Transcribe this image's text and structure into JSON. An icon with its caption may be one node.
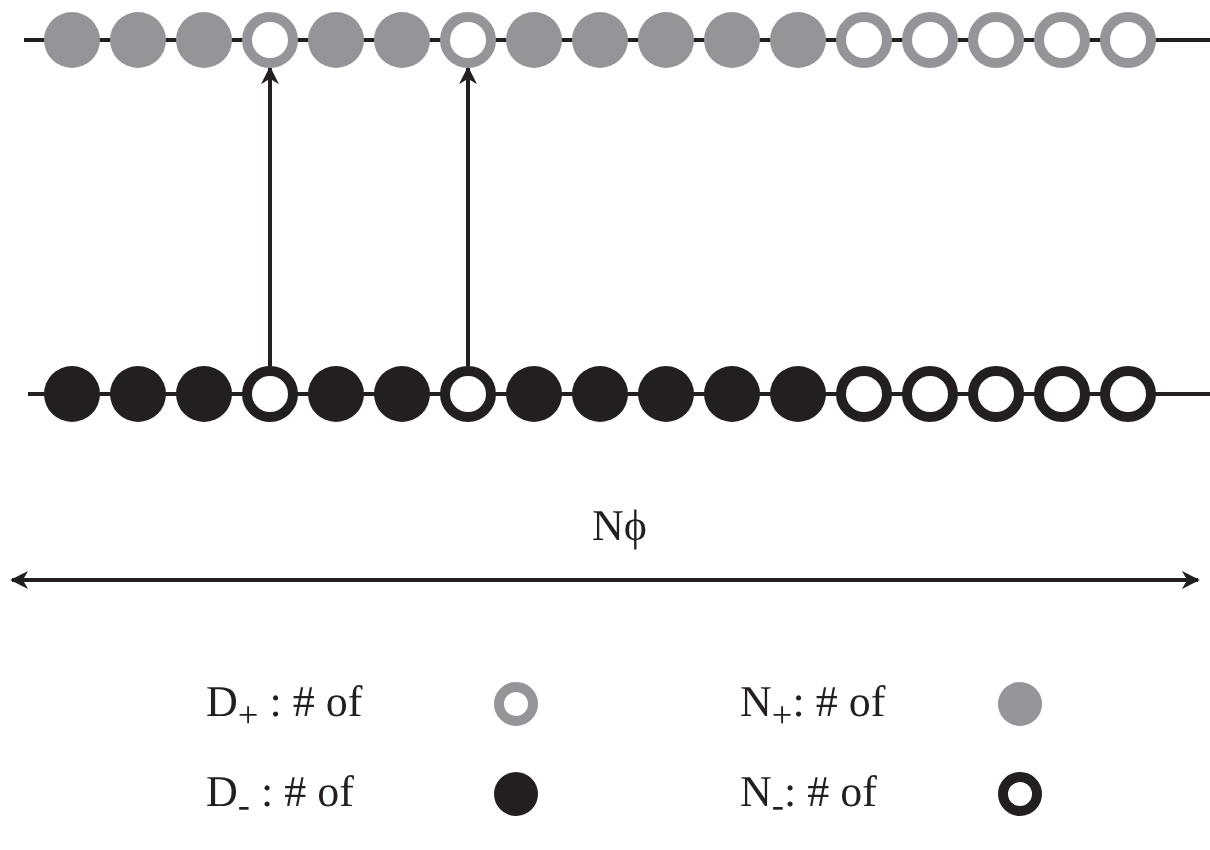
{
  "diagram": {
    "nodes": [
      {
        "text": [],
        "shape": "circle"
      },
      {
        "text": [],
        "shape": "circle"
      },
      {
        "text": [],
        "shape": "circle"
      },
      {
        "text": [],
        "shape": "circle"
      },
      {
        "text": [],
        "shape": "circle"
      },
      {
        "text": [],
        "shape": "circle"
      },
      {
        "text": [],
        "shape": "circle"
      },
      {
        "text": [],
        "shape": "circle"
      },
      {
        "text": [],
        "shape": "circle"
      },
      {
        "text": [],
        "shape": "circle"
      },
      {
        "text": [],
        "shape": "circle"
      },
      {
        "text": [],
        "shape": "circle"
      },
      {
        "text": [],
        "shape": "circle"
      },
      {
        "text": [],
        "shape": "circle"
      },
      {
        "text": [],
        "shape": "circle"
      },
      {
        "text": [],
        "shape": "circle"
      },
      {
        "text": [],
        "shape": "circle"
      },
      {
        "text": [],
        "shape": "circle"
      },
      {
        "text": [],
        "shape": "circle"
      },
      {
        "text": [],
        "shape": "circle"
      },
      {
        "text": [],
        "shape": "circle"
      },
      {
        "text": [],
        "shape": "circle"
      },
      {
        "text": [],
        "shape": "circle"
      },
      {
        "text": [],
        "shape": "circle"
      },
      {
        "text": [],
        "shape": "circle"
      },
      {
        "text": [],
        "shape": "circle"
      },
      {
        "text": [],
        "shape": "circle"
      },
      {
        "text": [],
        "shape": "circle"
      },
      {
        "text": [],
        "shape": "circle"
      },
      {
        "text": [],
        "shape": "circle"
      },
      {
        "text": [],
        "shape": "circle"
      },
      {
        "text": [],
        "shape": "circle"
      },
      {
        "text": [],
        "shape": "circle"
      },
      {
        "text": [],
        "shape": "circle"
      }
    ],
    "edges": [
      {
        "from": 20,
        "to": 3,
        "arrow": "to"
      },
      {
        "from": 23,
        "to": 6,
        "arrow": "to"
      }
    ],
    "labels": [
      "Nϕ"
    ],
    "legend": [
      {
        "text": "D$_{+}$ : # of"
      },
      {
        "text": "N$_{+}$: # of"
      },
      {
        "text": "D$_{-}$ : # of"
      },
      {
        "text": "N$_{-}$: # of"
      }
    ]
  }
}
